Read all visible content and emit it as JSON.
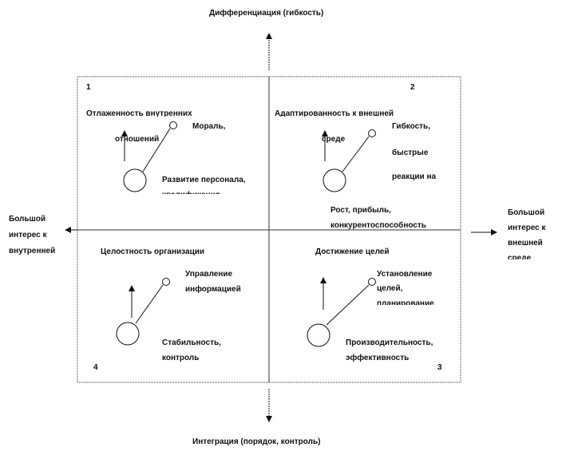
{
  "axes": {
    "top": "Дифференциация (гибкость)",
    "bottom": "Интеграция (порядок, контроль)",
    "left": [
      "Большой",
      "интерес к",
      "внутренней"
    ],
    "right": [
      "Большой",
      "интерес к",
      "внешней",
      "среде"
    ]
  },
  "quadrants": {
    "q1": {
      "number": "1",
      "title": "Отлаженность внутренних",
      "title2": "отношений",
      "means": "Мораль,",
      "ends": "Развитие персонала,",
      "ends2": "квалификация"
    },
    "q2": {
      "number": "2",
      "title": "Адаптированность к внешней",
      "title2": "среде",
      "means": [
        "Гибкость,",
        "быстрые",
        "реакции на"
      ],
      "ends": "Рост, прибыль,",
      "ends2": "конкурентоспособность"
    },
    "q3": {
      "number": "3",
      "title": "Достижение целей",
      "means": [
        "Установление",
        "целей,",
        "планирование"
      ],
      "ends": "Производительность,",
      "ends2": "эффективность"
    },
    "q4": {
      "number": "4",
      "title": "Целостность организации",
      "means": [
        "Управление",
        "информацией"
      ],
      "ends": "Стабильность,",
      "ends2": "контроль"
    }
  }
}
